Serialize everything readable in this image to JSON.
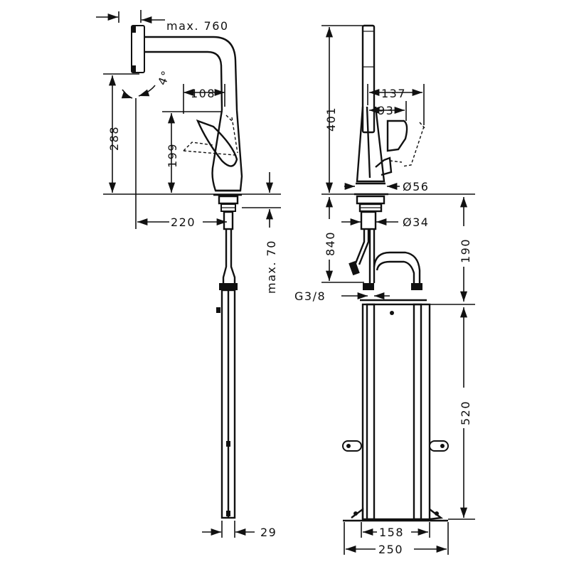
{
  "drawing": {
    "side_view": {
      "reach": "max. 760",
      "angle": "4°",
      "lever_reach": "108",
      "overall_height": "288",
      "lever_height": "199",
      "spout_distance": "220",
      "max_deck_thickness": "max. 70",
      "hose_diameter": "29"
    },
    "front_view": {
      "spray_height": "401",
      "lever_width": "137",
      "lever_inner": "93",
      "base_diameter": "Ø56",
      "shank_diameter": "Ø34",
      "hose_length": "840",
      "connection_height": "190",
      "thread": "G3/8",
      "box_height": "520",
      "box_inner_width": "158",
      "box_outer_width": "250"
    }
  }
}
